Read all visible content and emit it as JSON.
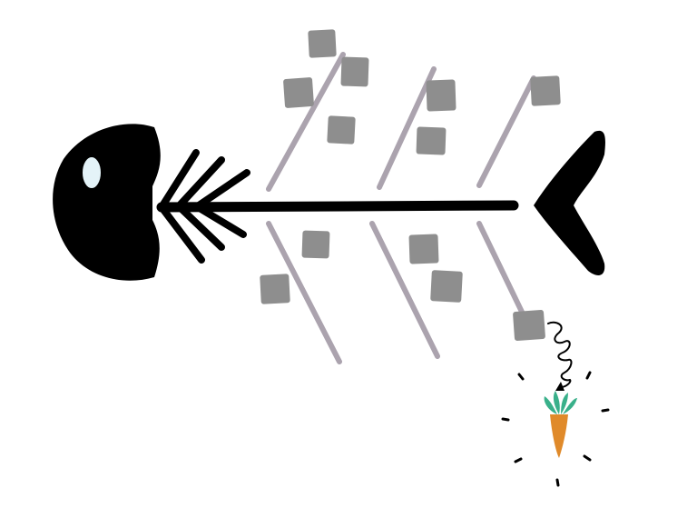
{
  "diagram": {
    "kind": "fishbone",
    "categories": [
      {
        "side": "top",
        "cause_boxes": 3
      },
      {
        "side": "top",
        "cause_boxes": 3
      },
      {
        "side": "top",
        "cause_boxes": 1
      },
      {
        "side": "bottom",
        "cause_boxes": 2
      },
      {
        "side": "bottom",
        "cause_boxes": 2
      },
      {
        "side": "bottom",
        "cause_boxes": 1
      }
    ],
    "head_ribs": 3,
    "highlighted_cause": {
      "side": "bottom",
      "category_index": 2,
      "marker": "carrot-icon"
    }
  },
  "colors": {
    "fish": "#000000",
    "eye": "#e4f3f8",
    "bone": "#aba3ae",
    "cause_box": "#8e8e8e",
    "carrot_body": "#e08a2a",
    "carrot_leaves": "#39b08a",
    "background": "#ffffff"
  },
  "icons": [
    "fish-skeleton-icon",
    "spring-arrow-icon",
    "carrot-icon"
  ]
}
